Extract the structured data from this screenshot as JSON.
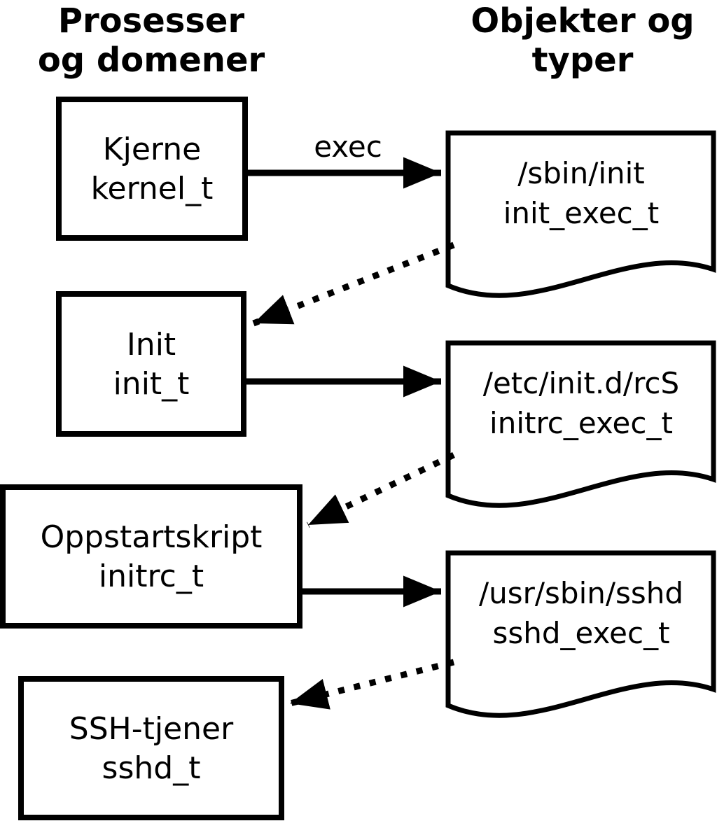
{
  "diagram": {
    "title_meaning": "SELinux domain transition diagram",
    "headers": {
      "left": [
        "Prosesser",
        "og domener"
      ],
      "right": [
        "Objekter og",
        "typer"
      ]
    },
    "processes": [
      {
        "name": "Kjerne",
        "type": "kernel_t"
      },
      {
        "name": "Init",
        "type": "init_t"
      },
      {
        "name": "Oppstartskript",
        "type": "initrc_t"
      },
      {
        "name": "SSH-tjener",
        "type": "sshd_t"
      }
    ],
    "objects": [
      {
        "path": "/sbin/init",
        "type": "init_exec_t"
      },
      {
        "path": "/etc/init.d/rcS",
        "type": "initrc_exec_t"
      },
      {
        "path": "/usr/sbin/sshd",
        "type": "sshd_exec_t"
      }
    ],
    "edge_label": "exec",
    "colors": {
      "stroke": "#000000",
      "fill": "#ffffff"
    }
  }
}
